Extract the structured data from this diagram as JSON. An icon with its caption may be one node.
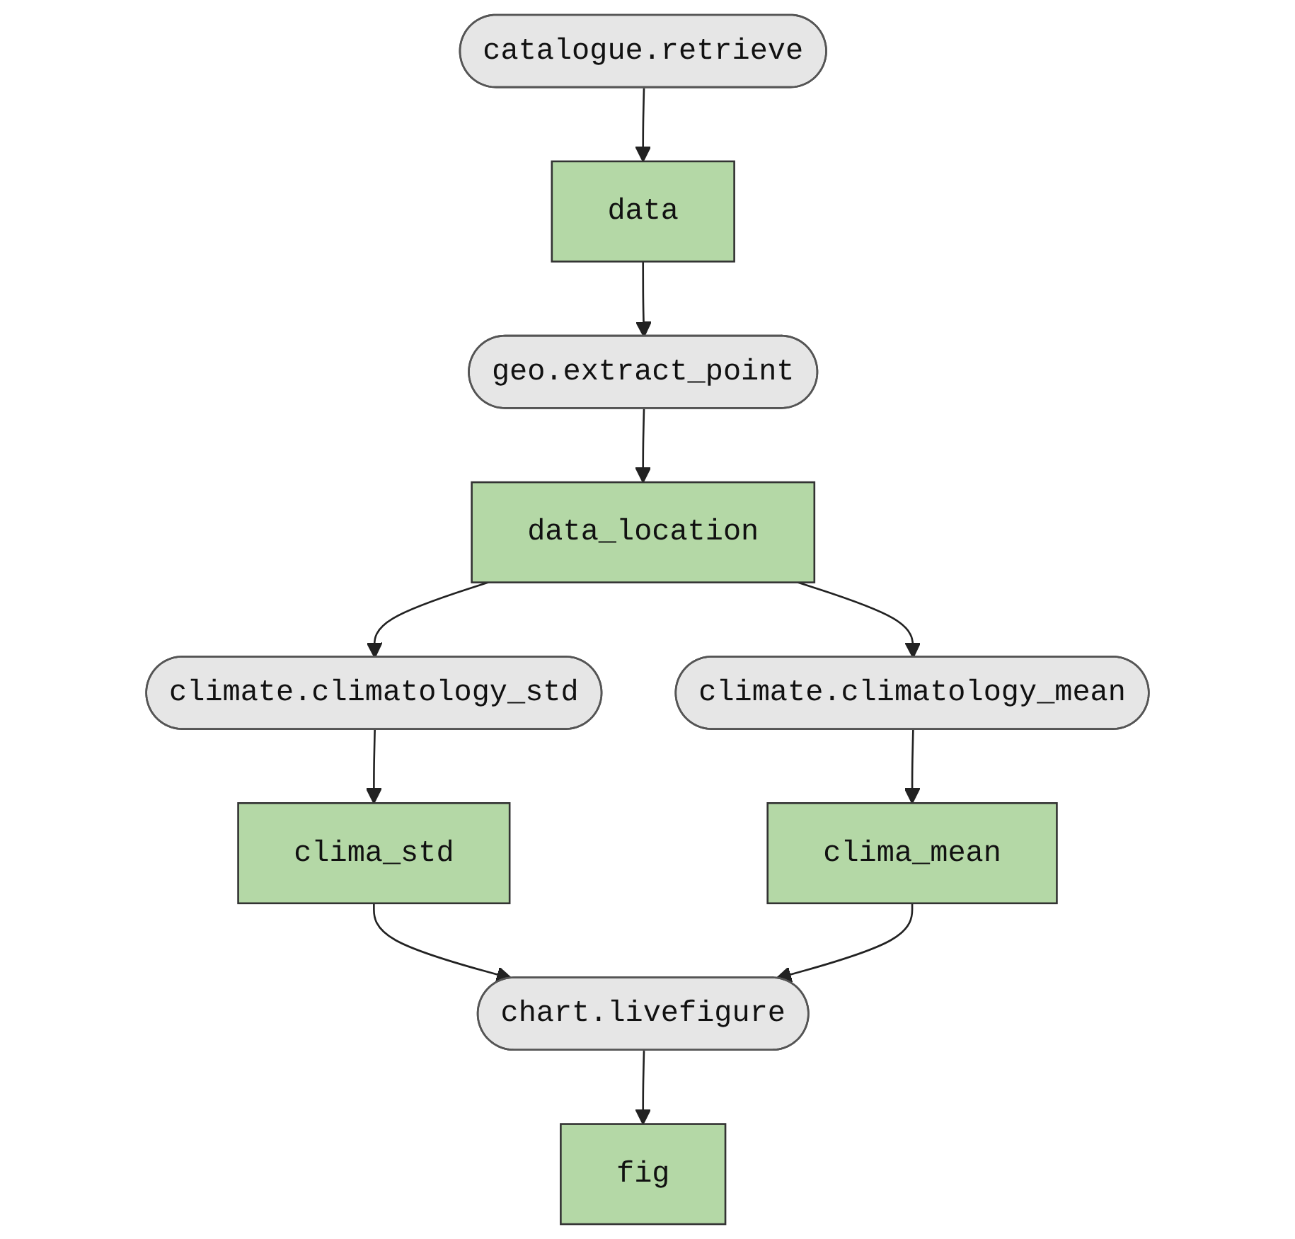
{
  "diagram": {
    "nodes": [
      {
        "text": [
          "catalogue.retrieve"
        ]
      },
      {
        "text": [
          "data"
        ]
      },
      {
        "text": [
          "geo.extract_point"
        ]
      },
      {
        "text": [
          "data_location"
        ]
      },
      {
        "text": [
          "climate.climatology_std"
        ]
      },
      {
        "text": [
          "climate.climatology_mean"
        ]
      },
      {
        "text": [
          "clima_std"
        ]
      },
      {
        "text": [
          "clima_mean"
        ]
      },
      {
        "text": [
          "chart.livefigure"
        ]
      },
      {
        "text": [
          "fig"
        ]
      }
    ],
    "edges": [
      {
        "from": 0,
        "to": 1,
        "arrow": "to"
      },
      {
        "from": 1,
        "to": 2,
        "arrow": "to"
      },
      {
        "from": 2,
        "to": 3,
        "arrow": "to"
      },
      {
        "from": 3,
        "to": 4,
        "arrow": "to"
      },
      {
        "from": 3,
        "to": 5,
        "arrow": "to"
      },
      {
        "from": 4,
        "to": 6,
        "arrow": "to"
      },
      {
        "from": 5,
        "to": 7,
        "arrow": "to"
      },
      {
        "from": 6,
        "to": 8,
        "arrow": "to"
      },
      {
        "from": 7,
        "to": 8,
        "arrow": "to"
      },
      {
        "from": 8,
        "to": 9,
        "arrow": "to"
      }
    ]
  }
}
